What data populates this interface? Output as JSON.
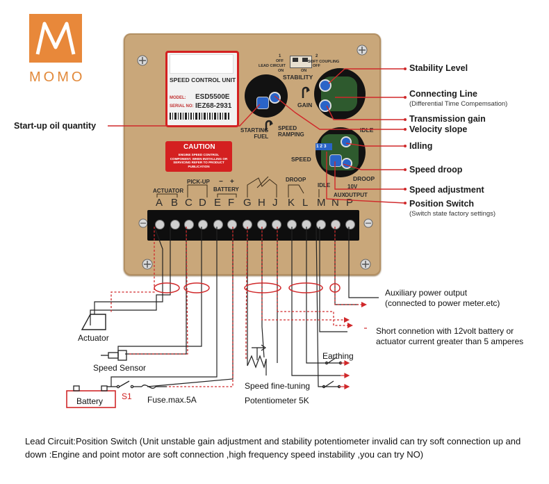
{
  "brand": {
    "logo_letter": "M",
    "name": "MOMO"
  },
  "unit": {
    "title": "SPEED CONTROL UNIT",
    "model_label": "MODEL:",
    "model": "ESD5500E",
    "serial_label": "SERIAL NO:",
    "serial": "IEZ68-2931",
    "caution_title": "CAUTION",
    "caution_text": "ENGINE SPEED CONTROL COMPONENT. WHEN INSTALLING OR SERVICING REFER TO PRODUCT PUBLICATION",
    "lead_circuit": "LEAD CIRCUIT",
    "soft_coupling": "SOFT COUPLING",
    "sw_1": "1",
    "sw_2": "2",
    "sw_off_left": "OFF",
    "sw_off_right": "OFF",
    "sw_on_left": "ON",
    "sw_on_right": "ON",
    "stability": "STABILITY",
    "gain": "GAIN",
    "starting_fuel": "STARTING\nFUEL",
    "speed_ramping": "SPEED\nRAMPING",
    "idle": "IDLE",
    "speed": "SPEED",
    "droop": "DROOP",
    "dip": "1 2 3",
    "actuator": "ACTUATOR",
    "pick_up": "PICK-UP",
    "battery": "BATTERY",
    "minus": "−",
    "plus": "+",
    "droop_lower": "DROOP",
    "idle_lower": "IDLE",
    "aux": "AUX",
    "ten_volt": "10V",
    "output": "OUTPUT",
    "terminals": [
      "A",
      "B",
      "C",
      "D",
      "E",
      "F",
      "G",
      "H",
      "J",
      "K",
      "L",
      "M",
      "N",
      "P"
    ]
  },
  "callouts": {
    "stability_level": "Stability Level",
    "connecting_line": "Connecting Line",
    "connecting_line_sub": "(Differential Time Compemsation)",
    "transmission_gain": "Transmission gain",
    "velocity_slope": "Velocity  slope",
    "idling": "Idling",
    "speed_droop": "Speed droop",
    "speed_adjustment": "Speed adjustment",
    "position_switch": "Position Switch",
    "position_switch_sub": "(Switch state factory settings)",
    "startup_oil": "Start-up oil quantity"
  },
  "wiring": {
    "aux_output": "Auxiliary power output",
    "aux_output_sub": "(connected to power meter.etc)",
    "short_conn_1": "Short connetion with 12volt battery or",
    "short_conn_2": "actuator current greater than 5 amperes",
    "earthing": "Earthing",
    "actuator": "Actuator",
    "speed_sensor": "Speed Sensor",
    "battery": "Battery",
    "s1": "S1",
    "fuse": "Fuse.max.5A",
    "speed_fine_tuning": "Speed fine-tuning",
    "potentiometer": "Potentiometer 5K"
  },
  "caption": "Lead Circuit:Position Switch (Unit unstable  gain adjustment and stability potentiometer invalid can try soft connection up and down :Engine and point motor are soft connection ,high frequency speed instability ,you can try NO)",
  "colors": {
    "panel": "#c9a77a",
    "logo": "#e8883a",
    "wire_red": "#d0282a",
    "wire_dark": "#222222",
    "caution": "#d42020",
    "blue_pot": "#2a64c8"
  }
}
